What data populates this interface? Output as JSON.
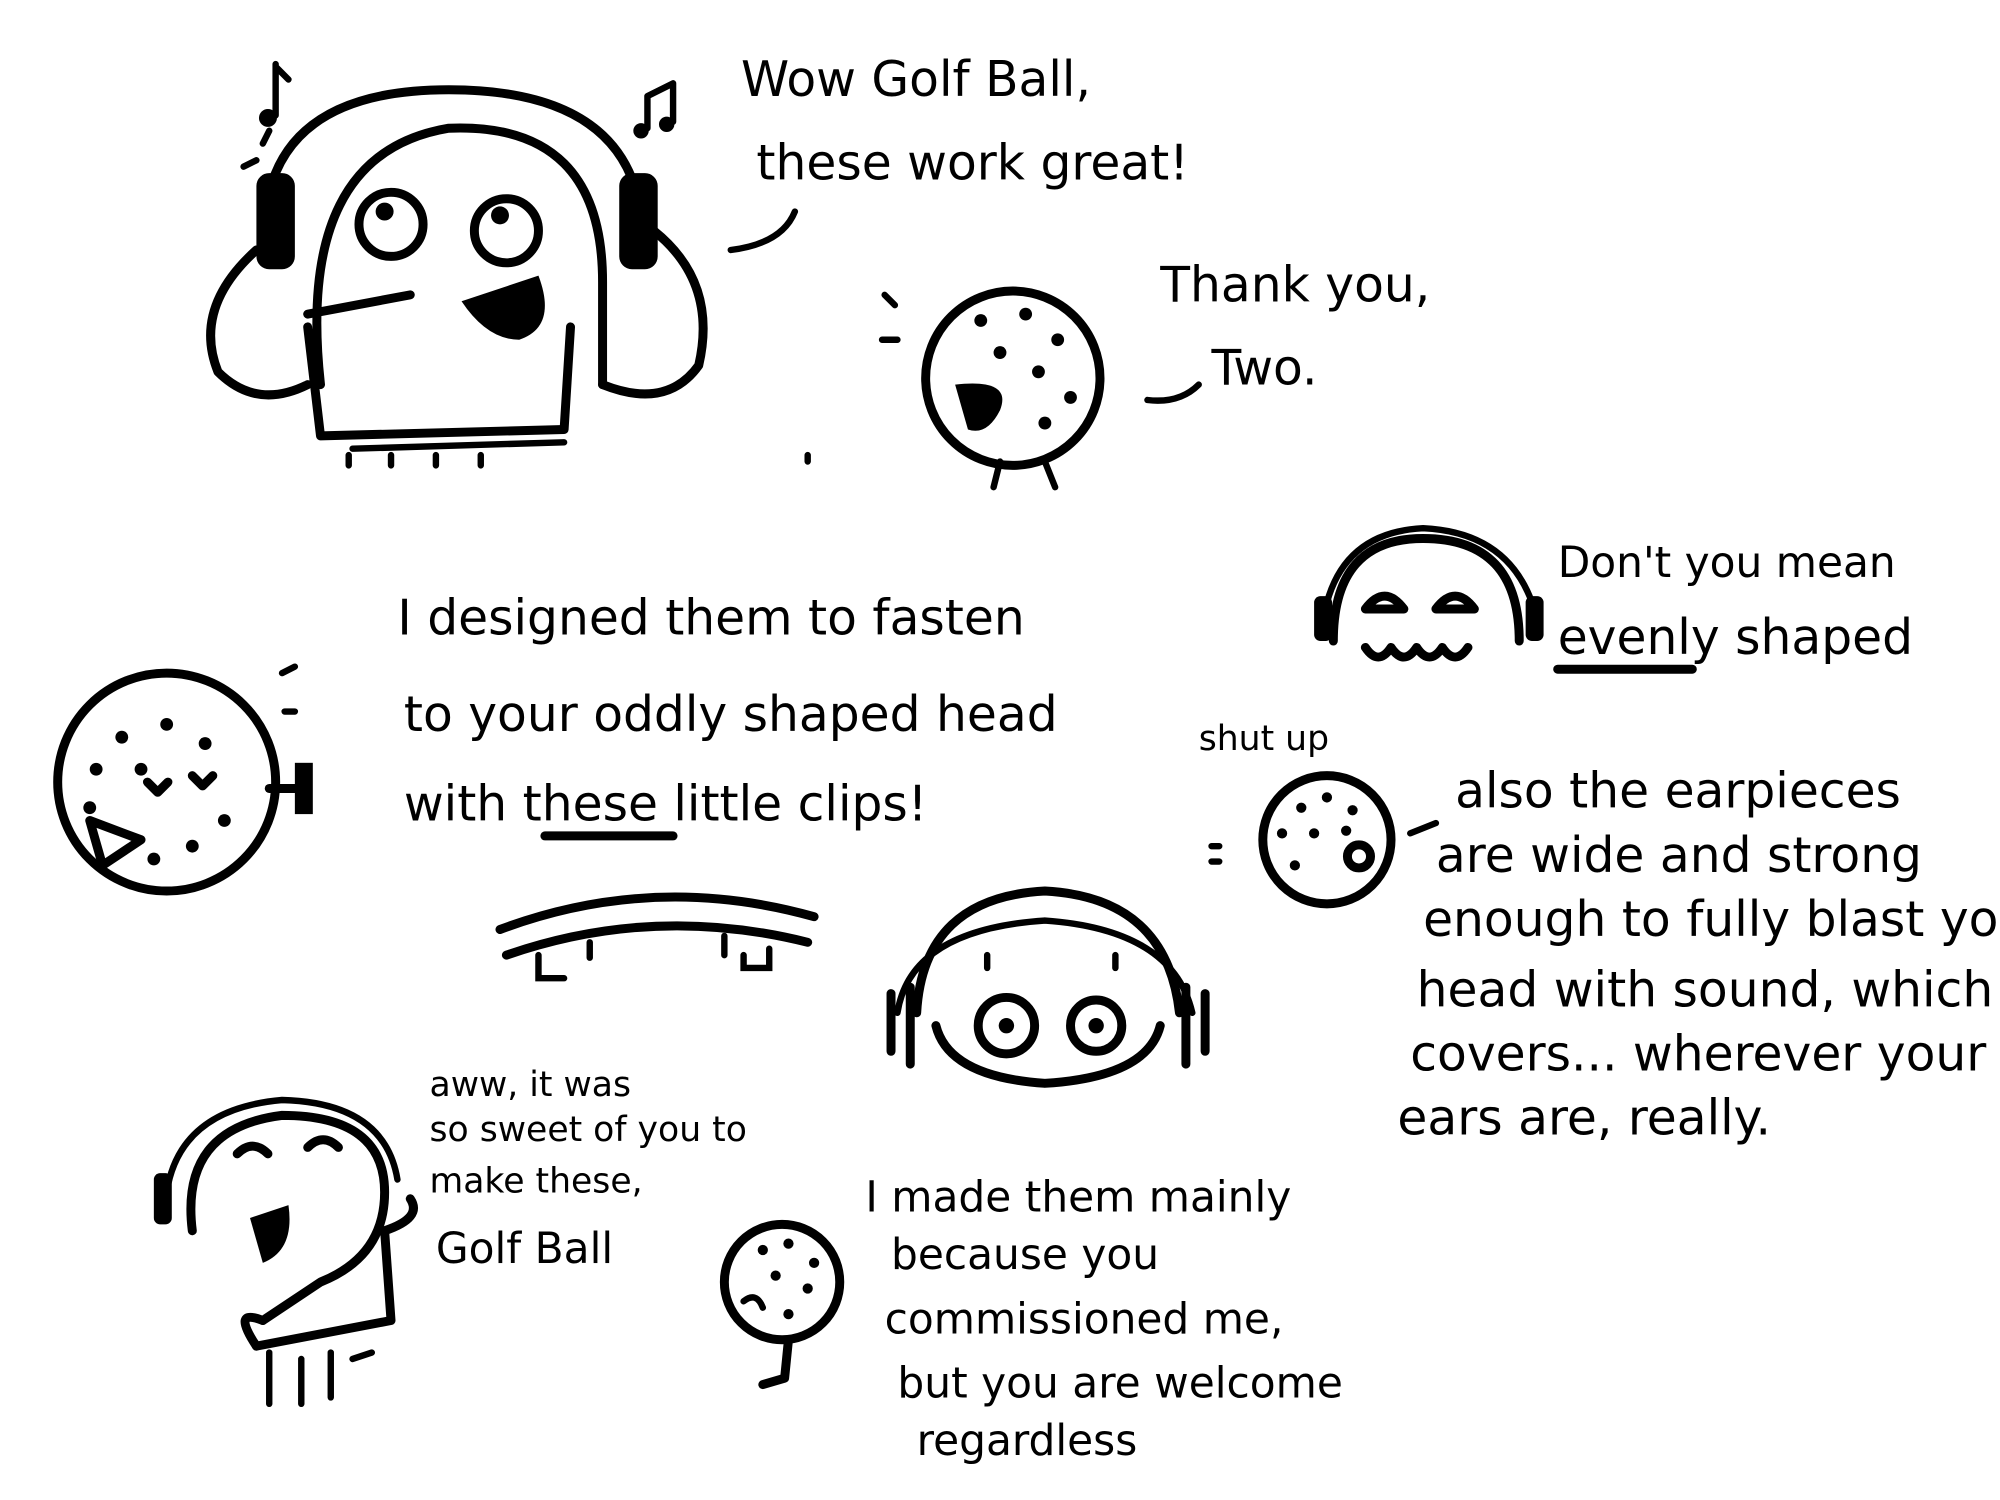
{
  "dialogues": {
    "two_wow": {
      "speaker": "Two",
      "lines": [
        "Wow Golf Ball,",
        "these work great!"
      ]
    },
    "golfball_thanks": {
      "speaker": "Golf Ball",
      "lines": [
        "Thank you,",
        "Two."
      ]
    },
    "golfball_designed": {
      "speaker": "Golf Ball",
      "lines": [
        "I designed them to fasten",
        "to your oddly shaped head",
        "with these little clips!"
      ]
    },
    "two_evenly": {
      "speaker": "Two",
      "lines": [
        "Don't you mean",
        "evenly shaped"
      ]
    },
    "golfball_shutup": {
      "speaker": "Golf Ball",
      "lines": [
        "shut up"
      ]
    },
    "golfball_earpieces": {
      "speaker": "Golf Ball",
      "lines": [
        "also the earpieces",
        "are wide and strong",
        "enough to fully blast your",
        "head with sound, which",
        "covers... wherever your",
        "ears are, really."
      ]
    },
    "two_aww": {
      "speaker": "Two",
      "lines": [
        "aww, it was",
        "so sweet of you to",
        "make these,",
        "Golf Ball"
      ]
    },
    "golfball_mainly": {
      "speaker": "Golf Ball",
      "lines": [
        "I made them mainly",
        "because you",
        "commissioned me,",
        "but you are welcome",
        "regardless"
      ]
    }
  },
  "colors": {
    "ink": "#000000",
    "paper": "#ffffff"
  }
}
